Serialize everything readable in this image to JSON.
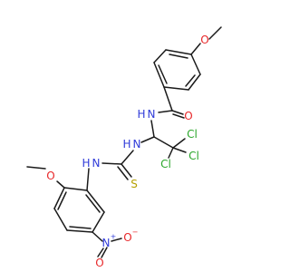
{
  "colors": {
    "bond": "#1a1a1a",
    "carbon": "#1a1a1a",
    "oxygen": "#e8282a",
    "nitrogen": "#2f3bd9",
    "sulfur": "#b5a000",
    "chlorine": "#2aa62a"
  },
  "atoms": {
    "o_methoxy_top": "O",
    "o_carbonyl": "O",
    "n_amide": "N",
    "h_amide": "H",
    "cl_1": "Cl",
    "cl_2": "Cl",
    "cl_3": "Cl",
    "n_thio_1": "N",
    "h_thio_1": "H",
    "s_thio": "S",
    "n_thio_2": "N",
    "h_thio_2": "H",
    "o_methoxy_bottom": "O",
    "n_nitro": "N",
    "o_nitro_1": "O",
    "o_nitro_2": "O",
    "plus_charge": "+",
    "minus_charge": "−"
  }
}
